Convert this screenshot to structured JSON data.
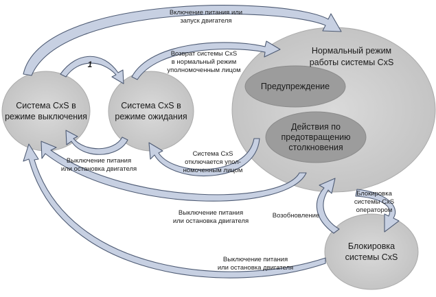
{
  "states": {
    "off": {
      "line1": "Система CxS в",
      "line2": "режиме выключения"
    },
    "standby": {
      "line1": "Система CxS в",
      "line2": "режиме ожидания"
    },
    "normal": {
      "line1": "Нормальный режим",
      "line2": "работы системы CxS"
    },
    "warning": {
      "label": "Предупреждение"
    },
    "avoidance": {
      "line1": "Действия по",
      "line2": "предотвращению",
      "line3": "столкновения"
    },
    "lockout": {
      "line1": "Блокировка",
      "line2": "системы CxS"
    }
  },
  "transitions": {
    "power_on": {
      "line1": "Включение питания или",
      "line2": "запуск двигателя"
    },
    "off_to_standby_number": "1",
    "standby_to_normal": {
      "line1": "Возврат системы CxS",
      "line2": "в нормальный режим",
      "line3": "уполномоченным лицом"
    },
    "standby_to_off": {
      "line1": "Выключение питания",
      "line2": "или остановка двигателя"
    },
    "normal_to_standby": {
      "line1": "Система CxS",
      "line2": "отключается упол-",
      "line3": "номоченным лицом"
    },
    "normal_to_off": {
      "line1": "Выключение питания",
      "line2": "или остановка двигателя"
    },
    "normal_to_lockout": {
      "line1": "Блокировка",
      "line2": "системы CxS",
      "line3": "оператором"
    },
    "lockout_to_normal": {
      "label": "Возобновление"
    },
    "lockout_to_off": {
      "line1": "Выключение питания",
      "line2": "или остановка двигателя"
    }
  },
  "colors": {
    "state_fill": "#cfcfcf",
    "inner_fill": "#9c9c9c",
    "arrow_fill": "#c7d0e2",
    "arrow_stroke": "#4d5a73"
  }
}
